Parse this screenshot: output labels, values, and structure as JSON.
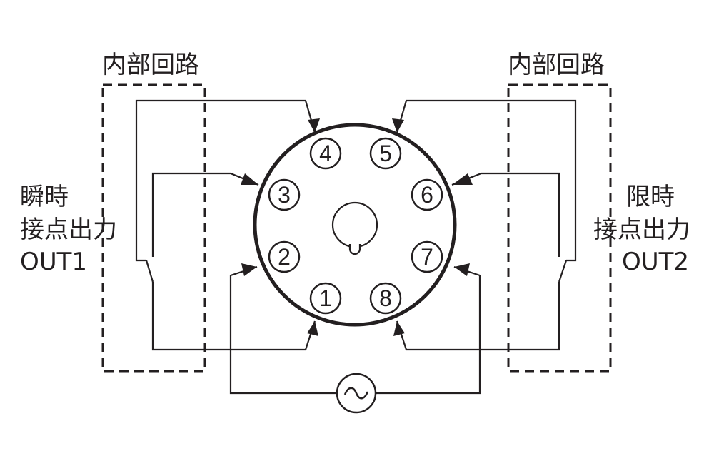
{
  "labels": {
    "internal_circuit_left": "内部回路",
    "internal_circuit_right": "内部回路",
    "left_output": [
      "瞬時",
      "接点出力",
      "OUT1"
    ],
    "right_output": [
      "限時",
      "接点出力",
      "OUT2"
    ]
  },
  "pins": [
    "1",
    "2",
    "3",
    "4",
    "5",
    "6",
    "7",
    "8"
  ],
  "ac_source_symbol": "~",
  "colors": {
    "ink": "#231f20",
    "background": "#ffffff"
  }
}
